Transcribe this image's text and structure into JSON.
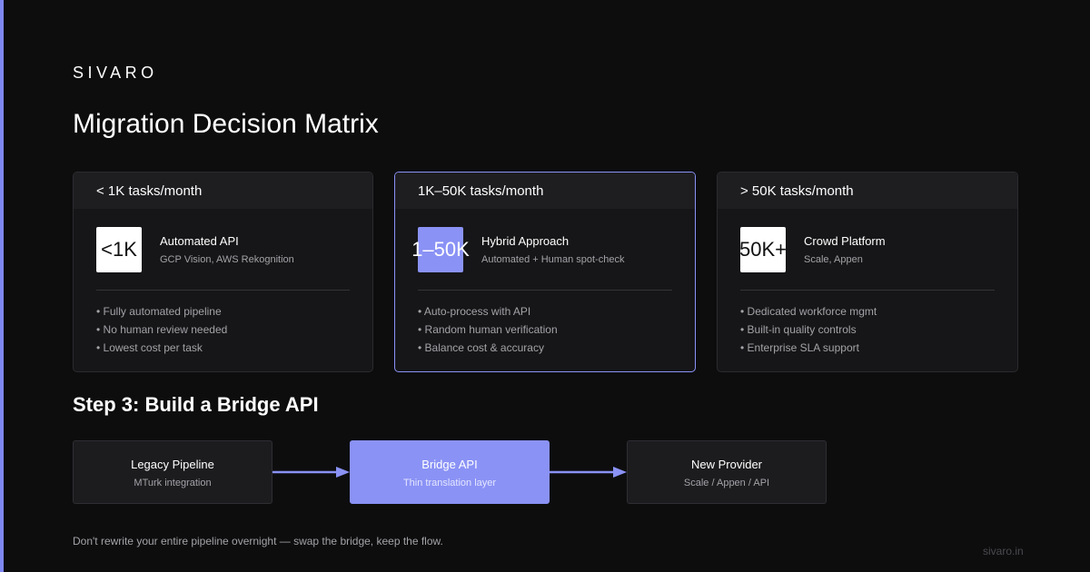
{
  "brand": "SIVARO",
  "title": "Migration Decision Matrix",
  "colors": {
    "accent": "#8a92f5",
    "background": "#0d0d0e",
    "card": "#161618",
    "muted": "#a3a3a8"
  },
  "tiers": [
    {
      "header": "< 1K tasks/month",
      "badge": "<1K",
      "option": "Automated API",
      "providers": "GCP Vision, AWS Rekognition",
      "bullets": [
        "Fully automated pipeline",
        "No human review needed",
        "Lowest cost per task"
      ]
    },
    {
      "header": "1K–50K tasks/month",
      "badge": "1–50K",
      "option": "Hybrid Approach",
      "providers": "Automated + Human spot-check",
      "bullets": [
        "Auto-process with API",
        "Random human verification",
        "Balance cost & accuracy"
      ]
    },
    {
      "header": "> 50K tasks/month",
      "badge": "50K+",
      "option": "Crowd Platform",
      "providers": "Scale, Appen",
      "bullets": [
        "Dedicated workforce mgmt",
        "Built-in quality controls",
        "Enterprise SLA support"
      ]
    }
  ],
  "step": {
    "title": "Step 3: Build a Bridge API",
    "nodes": [
      {
        "name": "Legacy Pipeline",
        "sub": "MTurk integration"
      },
      {
        "name": "Bridge API",
        "sub": "Thin translation layer"
      },
      {
        "name": "New Provider",
        "sub": "Scale / Appen / API"
      }
    ]
  },
  "footer_note": "Don't rewrite your entire pipeline overnight — swap the bridge, keep the flow.",
  "site": "sivaro.in"
}
